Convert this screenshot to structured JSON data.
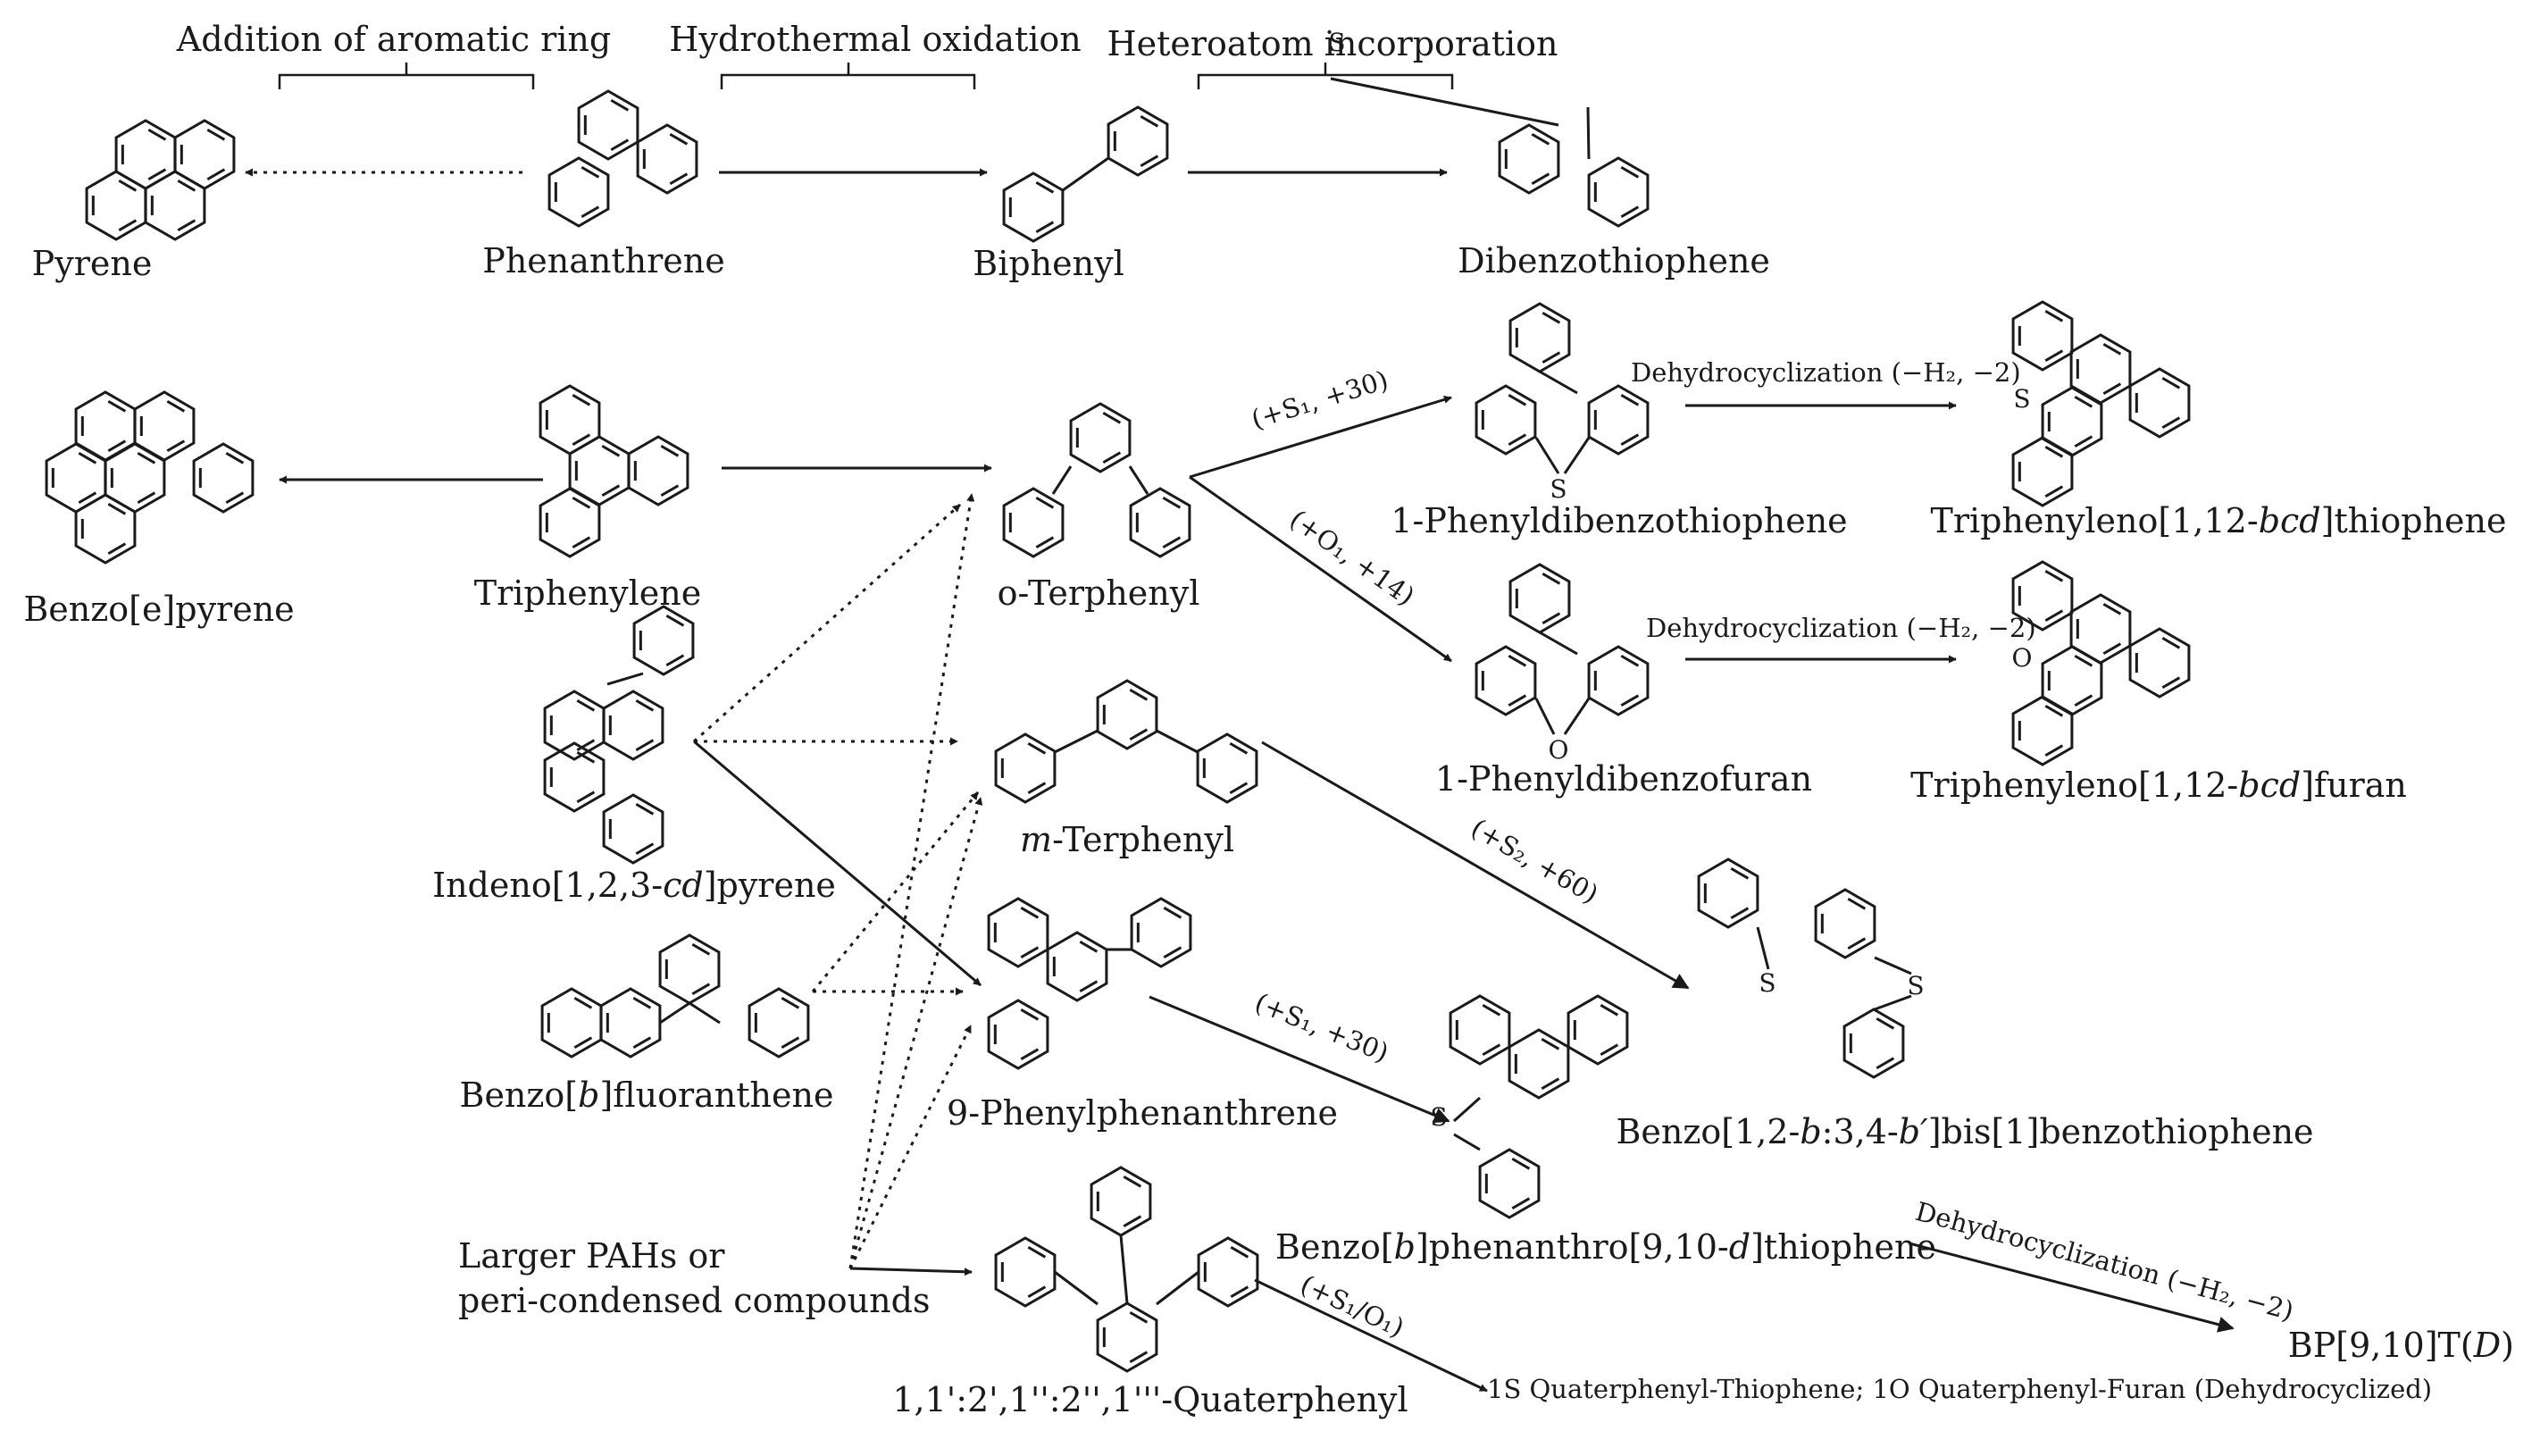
{
  "headers": {
    "addition": "Addition of aromatic ring",
    "oxidation": "Hydrothermal oxidation",
    "heteroatom": "Heteroatom incorporation"
  },
  "compounds": {
    "pyrene": "Pyrene",
    "phenanthrene": "Phenanthrene",
    "biphenyl": "Biphenyl",
    "dibenzothiophene": "Dibenzothiophene",
    "benzo_e_pyrene": "Benzo[e]pyrene",
    "triphenylene": "Triphenylene",
    "o_terphenyl": "o-Terphenyl",
    "phenyldibenzothiophene": "1-Phenyldibenzothiophene",
    "triphenyleno_thiophene_pre": "Triphenyleno[1,12-",
    "triphenyleno_thiophene_it": "bcd",
    "triphenyleno_thiophene_post": "]thiophene",
    "phenyldibenzofuran": "1-Phenyldibenzofuran",
    "triphenyleno_furan_pre": "Triphenyleno[1,12-",
    "triphenyleno_furan_it": "bcd",
    "triphenyleno_furan_post": "]furan",
    "indeno_pre": "Indeno[1,2,3-",
    "indeno_it": "cd",
    "indeno_post": "]pyrene",
    "m_terphenyl_it": "m",
    "m_terphenyl_post": "-Terphenyl",
    "benzo_b_fluoranthene_pre": "Benzo[",
    "benzo_b_fluoranthene_it": "b",
    "benzo_b_fluoranthene_post": "]fluoranthene",
    "phenylphenanthrene": "9-Phenylphenanthrene",
    "bisbenzothiophene_pre": "Benzo[1,2-",
    "bisbenzothiophene_it1": "b",
    "bisbenzothiophene_mid": ":3,4-",
    "bisbenzothiophene_it2": "b′",
    "bisbenzothiophene_post": "]bis[1]benzothiophene",
    "phenanthrothiophene_pre": "Benzo[",
    "phenanthrothiophene_it1": "b",
    "phenanthrothiophene_mid": "]phenanthro[9,10-",
    "phenanthrothiophene_it2": "d",
    "phenanthrothiophene_post": "]thiophene",
    "larger_pahs_line1": "Larger PAHs or",
    "larger_pahs_line2": "peri-condensed compounds",
    "quaterphenyl": "1,1':2',1'':2'',1'''-Quaterphenyl",
    "bp_pre": "BP[9,10]T(",
    "bp_it": "D",
    "bp_post": ")",
    "quater_products": "1S Quaterphenyl-Thiophene; 1O Quaterphenyl-Furan (Dehydrocyclized)"
  },
  "conditions": {
    "s1_30_a": "(+S₁, +30)",
    "o1_14": "(+O₁, +14)",
    "dehydro_1": "Dehydrocyclization (−H₂, −2)",
    "dehydro_2": "Dehydrocyclization (−H₂, −2)",
    "s2_60": "(+S₂, +60)",
    "s1_30_b": "(+S₁, +30)",
    "dehydro_3": "Dehydrocyclization (−H₂, −2)",
    "s1_o1": "(+S₁/O₁)"
  },
  "atoms": {
    "s": "S",
    "o": "O"
  }
}
